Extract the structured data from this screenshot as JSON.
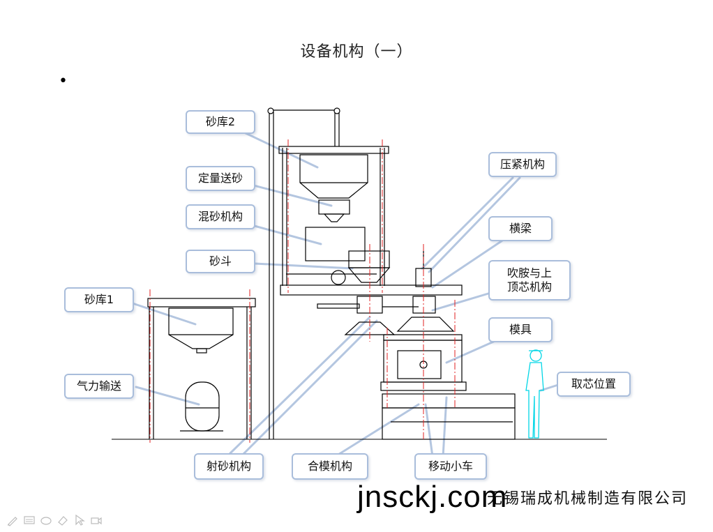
{
  "slide": {
    "title": "设备机构（一）",
    "bullet": "•"
  },
  "labels": {
    "sand_silo_2": "砂库2",
    "quantitative_sand_feed": "定量送砂",
    "sand_mixing_mechanism": "混砂机构",
    "sand_hopper": "砂斗",
    "sand_silo_1": "砂库1",
    "pneumatic_conveying": "气力输送",
    "sand_shooting_mechanism": "射砂机构",
    "mold_closing_mechanism": "合模机构",
    "moving_trolley": "移动小车",
    "pressing_mechanism": "压紧机构",
    "cross_beam": "横梁",
    "blowing_amine_line1": "吹胺与上",
    "blowing_amine_line2": "顶芯机构",
    "mold": "模具",
    "core_removal_position": "取芯位置"
  },
  "footer": {
    "company": "无锡瑞成机械制造有限公司",
    "watermark": "jnsckj.com"
  },
  "colors": {
    "callout_border": "#a9bddb",
    "line_color": "#b4c6e0",
    "machine_lines": "#000000",
    "center_lines": "#e02020",
    "person": "#00d6e6"
  },
  "toolbar_icons": [
    "pen-icon",
    "keyboard-icon",
    "ellipse-icon",
    "eraser-icon",
    "pointer-icon",
    "camera-icon"
  ]
}
